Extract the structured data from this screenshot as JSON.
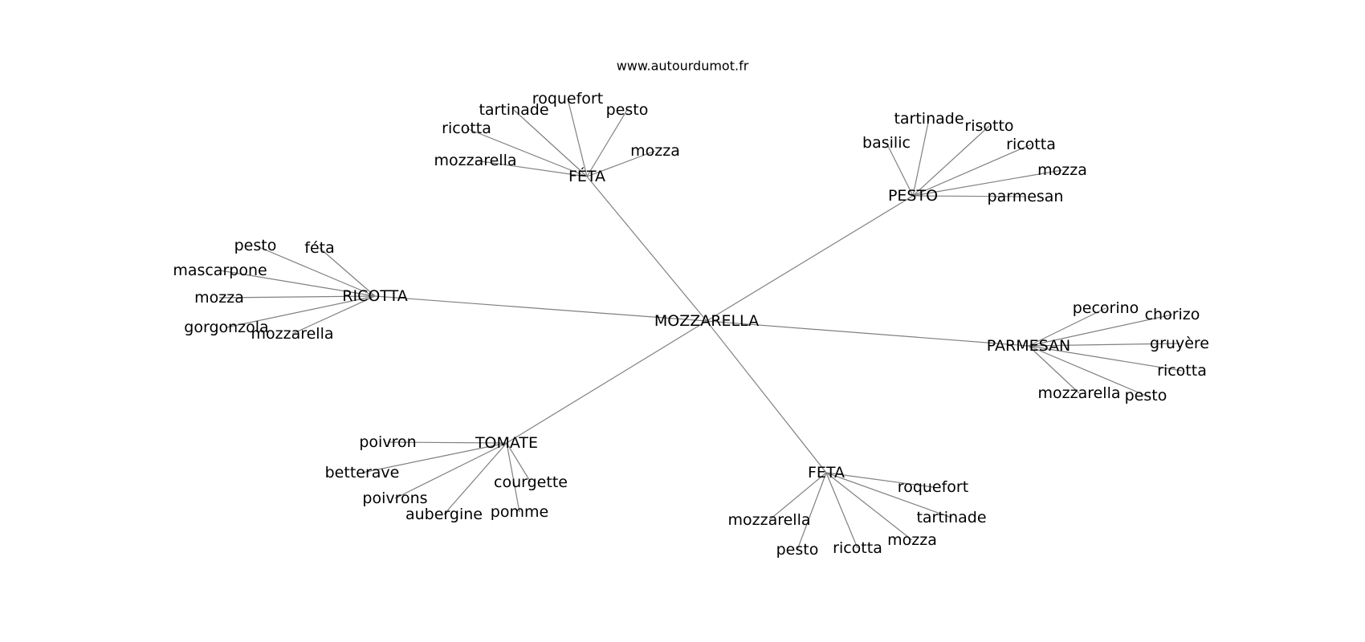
{
  "site": "www.autourdumot.fr",
  "center": "MOZZARELLA",
  "branches": [
    {
      "label": "FÉTA",
      "leaves": [
        "mozzarella",
        "ricotta",
        "tartinade",
        "roquefort",
        "pesto",
        "mozza"
      ]
    },
    {
      "label": "PESTO",
      "leaves": [
        "basilic",
        "tartinade",
        "risotto",
        "ricotta",
        "mozza",
        "parmesan"
      ]
    },
    {
      "label": "RICOTTA",
      "leaves": [
        "pesto",
        "féta",
        "mascarpone",
        "mozza",
        "gorgonzola",
        "mozzarella"
      ]
    },
    {
      "label": "PARMESAN",
      "leaves": [
        "pecorino",
        "chorizo",
        "gruyère",
        "ricotta",
        "pesto",
        "mozzarella"
      ]
    },
    {
      "label": "TOMATE",
      "leaves": [
        "poivron",
        "betterave",
        "poivrons",
        "aubergine",
        "pomme",
        "courgette"
      ]
    },
    {
      "label": "FETA",
      "leaves": [
        "roquefort",
        "tartinade",
        "mozza",
        "ricotta",
        "pesto",
        "mozzarella"
      ]
    }
  ]
}
